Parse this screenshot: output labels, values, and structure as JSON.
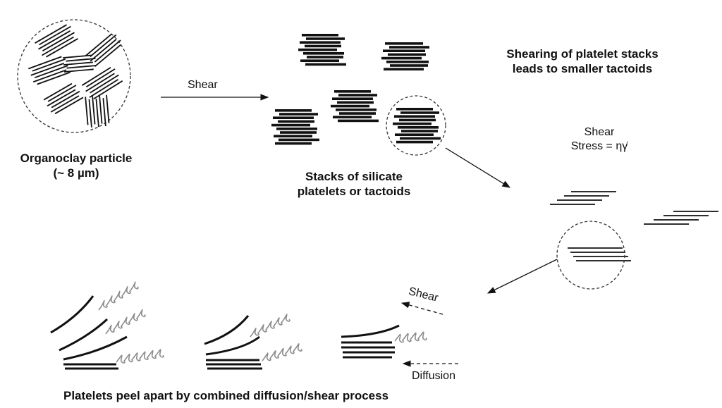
{
  "labels": {
    "organoclay_title": "Organoclay particle",
    "organoclay_size": "(~ 8 µm)",
    "shear_1": "Shear",
    "stacks_line1": "Stacks of silicate",
    "stacks_line2": "platelets or tactoids",
    "shearing_line1": "Shearing of platelet stacks",
    "shearing_line2": "leads to smaller tactoids",
    "shear_2": "Shear",
    "stress": "Stress = ηγ̇",
    "shear_3": "Shear",
    "diffusion": "Diffusion",
    "caption": "Platelets peel apart by combined diffusion/shear process"
  },
  "colors": {
    "ink": "#111111",
    "polymer": "#8c8c8c"
  }
}
